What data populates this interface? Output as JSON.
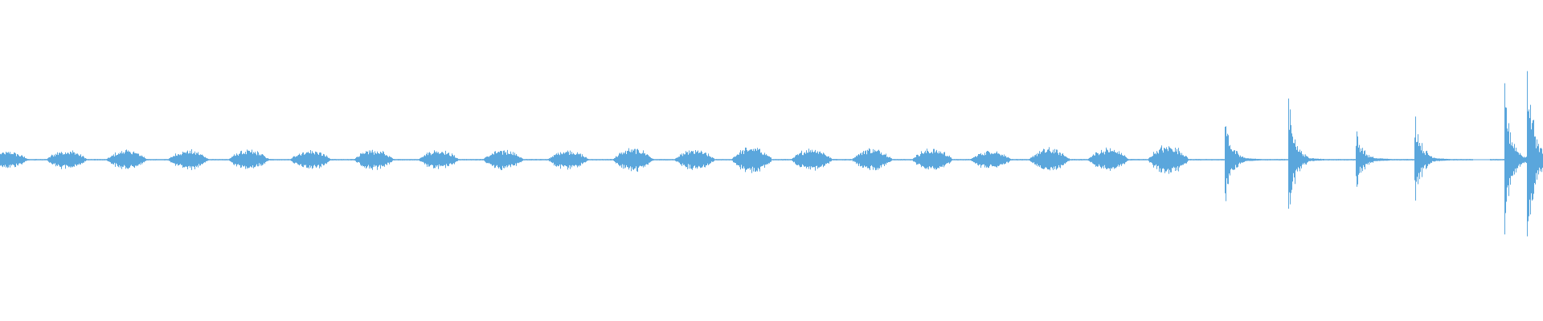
{
  "waveform": {
    "color": "#5aa6dc",
    "background": "#ffffff",
    "silence_segments": [
      [
        0.955,
        0.965
      ]
    ],
    "bursts": [
      {
        "t": 0.005,
        "kind": "swell",
        "level": 0.05
      },
      {
        "t": 0.043,
        "kind": "swell",
        "level": 0.06
      },
      {
        "t": 0.082,
        "kind": "swell",
        "level": 0.06
      },
      {
        "t": 0.122,
        "kind": "swell",
        "level": 0.06
      },
      {
        "t": 0.161,
        "kind": "swell",
        "level": 0.06
      },
      {
        "t": 0.201,
        "kind": "swell",
        "level": 0.06
      },
      {
        "t": 0.242,
        "kind": "swell",
        "level": 0.06
      },
      {
        "t": 0.284,
        "kind": "swell",
        "level": 0.06
      },
      {
        "t": 0.326,
        "kind": "swell",
        "level": 0.06
      },
      {
        "t": 0.368,
        "kind": "swell",
        "level": 0.06
      },
      {
        "t": 0.41,
        "kind": "swell",
        "level": 0.07
      },
      {
        "t": 0.45,
        "kind": "swell",
        "level": 0.06
      },
      {
        "t": 0.487,
        "kind": "swell",
        "level": 0.08
      },
      {
        "t": 0.526,
        "kind": "swell",
        "level": 0.07
      },
      {
        "t": 0.565,
        "kind": "swell",
        "level": 0.07
      },
      {
        "t": 0.604,
        "kind": "swell",
        "level": 0.07
      },
      {
        "t": 0.642,
        "kind": "swell",
        "level": 0.06
      },
      {
        "t": 0.68,
        "kind": "swell",
        "level": 0.07
      },
      {
        "t": 0.718,
        "kind": "swell",
        "level": 0.07
      },
      {
        "t": 0.757,
        "kind": "swell",
        "level": 0.09
      },
      {
        "t": 0.794,
        "kind": "spike",
        "level": 0.26
      },
      {
        "t": 0.835,
        "kind": "spike",
        "level": 0.36
      },
      {
        "t": 0.879,
        "kind": "spike",
        "level": 0.18
      },
      {
        "t": 0.917,
        "kind": "spike",
        "level": 0.28
      },
      {
        "t": 0.975,
        "kind": "spike",
        "level": 0.45
      },
      {
        "t": 0.99,
        "kind": "spike",
        "level": 0.55
      }
    ]
  }
}
